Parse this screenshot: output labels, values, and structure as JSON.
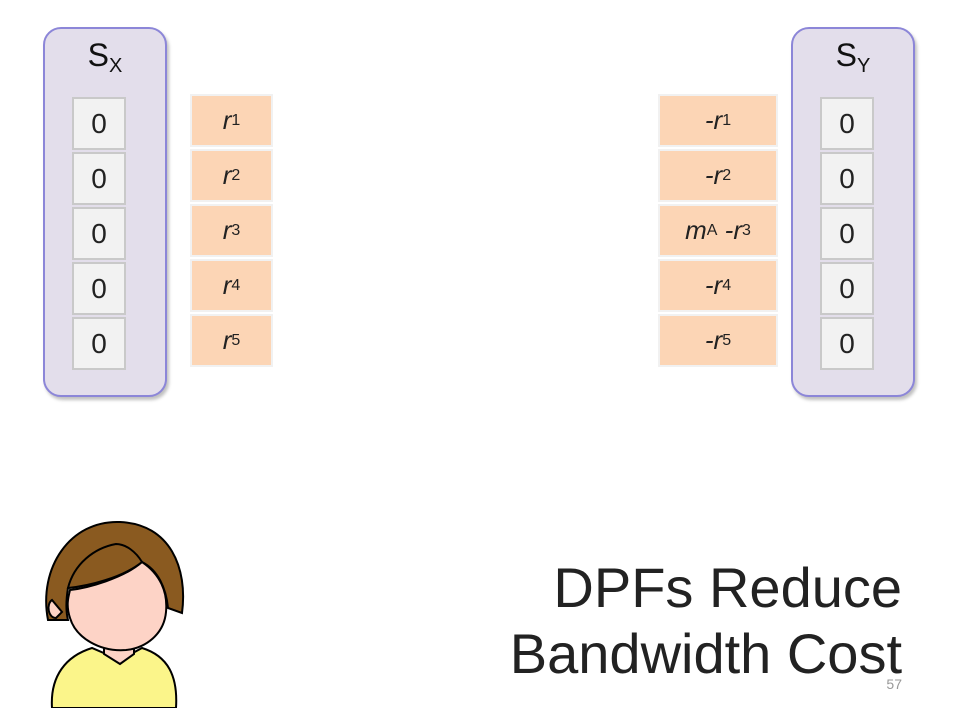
{
  "server_x": {
    "label_main": "S",
    "label_sub": "X",
    "cells": [
      "0",
      "0",
      "0",
      "0",
      "0"
    ]
  },
  "server_y": {
    "label_main": "S",
    "label_sub": "Y",
    "cells": [
      "0",
      "0",
      "0",
      "0",
      "0"
    ]
  },
  "vector_r": [
    {
      "pre": "",
      "var": "r",
      "sub": "1",
      "tail_var": "",
      "tail_sub": ""
    },
    {
      "pre": "",
      "var": "r",
      "sub": "2",
      "tail_var": "",
      "tail_sub": ""
    },
    {
      "pre": "",
      "var": "r",
      "sub": "3",
      "tail_var": "",
      "tail_sub": ""
    },
    {
      "pre": "",
      "var": "r",
      "sub": "4",
      "tail_var": "",
      "tail_sub": ""
    },
    {
      "pre": "",
      "var": "r",
      "sub": "5",
      "tail_var": "",
      "tail_sub": ""
    }
  ],
  "vector_neg": [
    {
      "pre": "-",
      "var": "r",
      "sub": "1",
      "tail_pre": "",
      "tail_var": "",
      "tail_sub": ""
    },
    {
      "pre": "-",
      "var": "r",
      "sub": "2",
      "tail_pre": "",
      "tail_var": "",
      "tail_sub": ""
    },
    {
      "pre": "",
      "var": "m",
      "sub": "A",
      "tail_pre": " -",
      "tail_var": "r",
      "tail_sub": "3"
    },
    {
      "pre": "-",
      "var": "r",
      "sub": "4",
      "tail_pre": "",
      "tail_var": "",
      "tail_sub": ""
    },
    {
      "pre": "-",
      "var": "r",
      "sub": "5",
      "tail_pre": "",
      "tail_var": "",
      "tail_sub": ""
    }
  ],
  "title": {
    "line1": "DPFs Reduce",
    "line2": "Bandwidth Cost"
  },
  "page_number": "57",
  "colors": {
    "server_fill": "#e3deeb",
    "server_border": "#8c86d8",
    "vector_fill": "#fcd5b5",
    "cell_fill": "#f2f2f2"
  },
  "icons": {
    "user": "alice-avatar-icon"
  }
}
